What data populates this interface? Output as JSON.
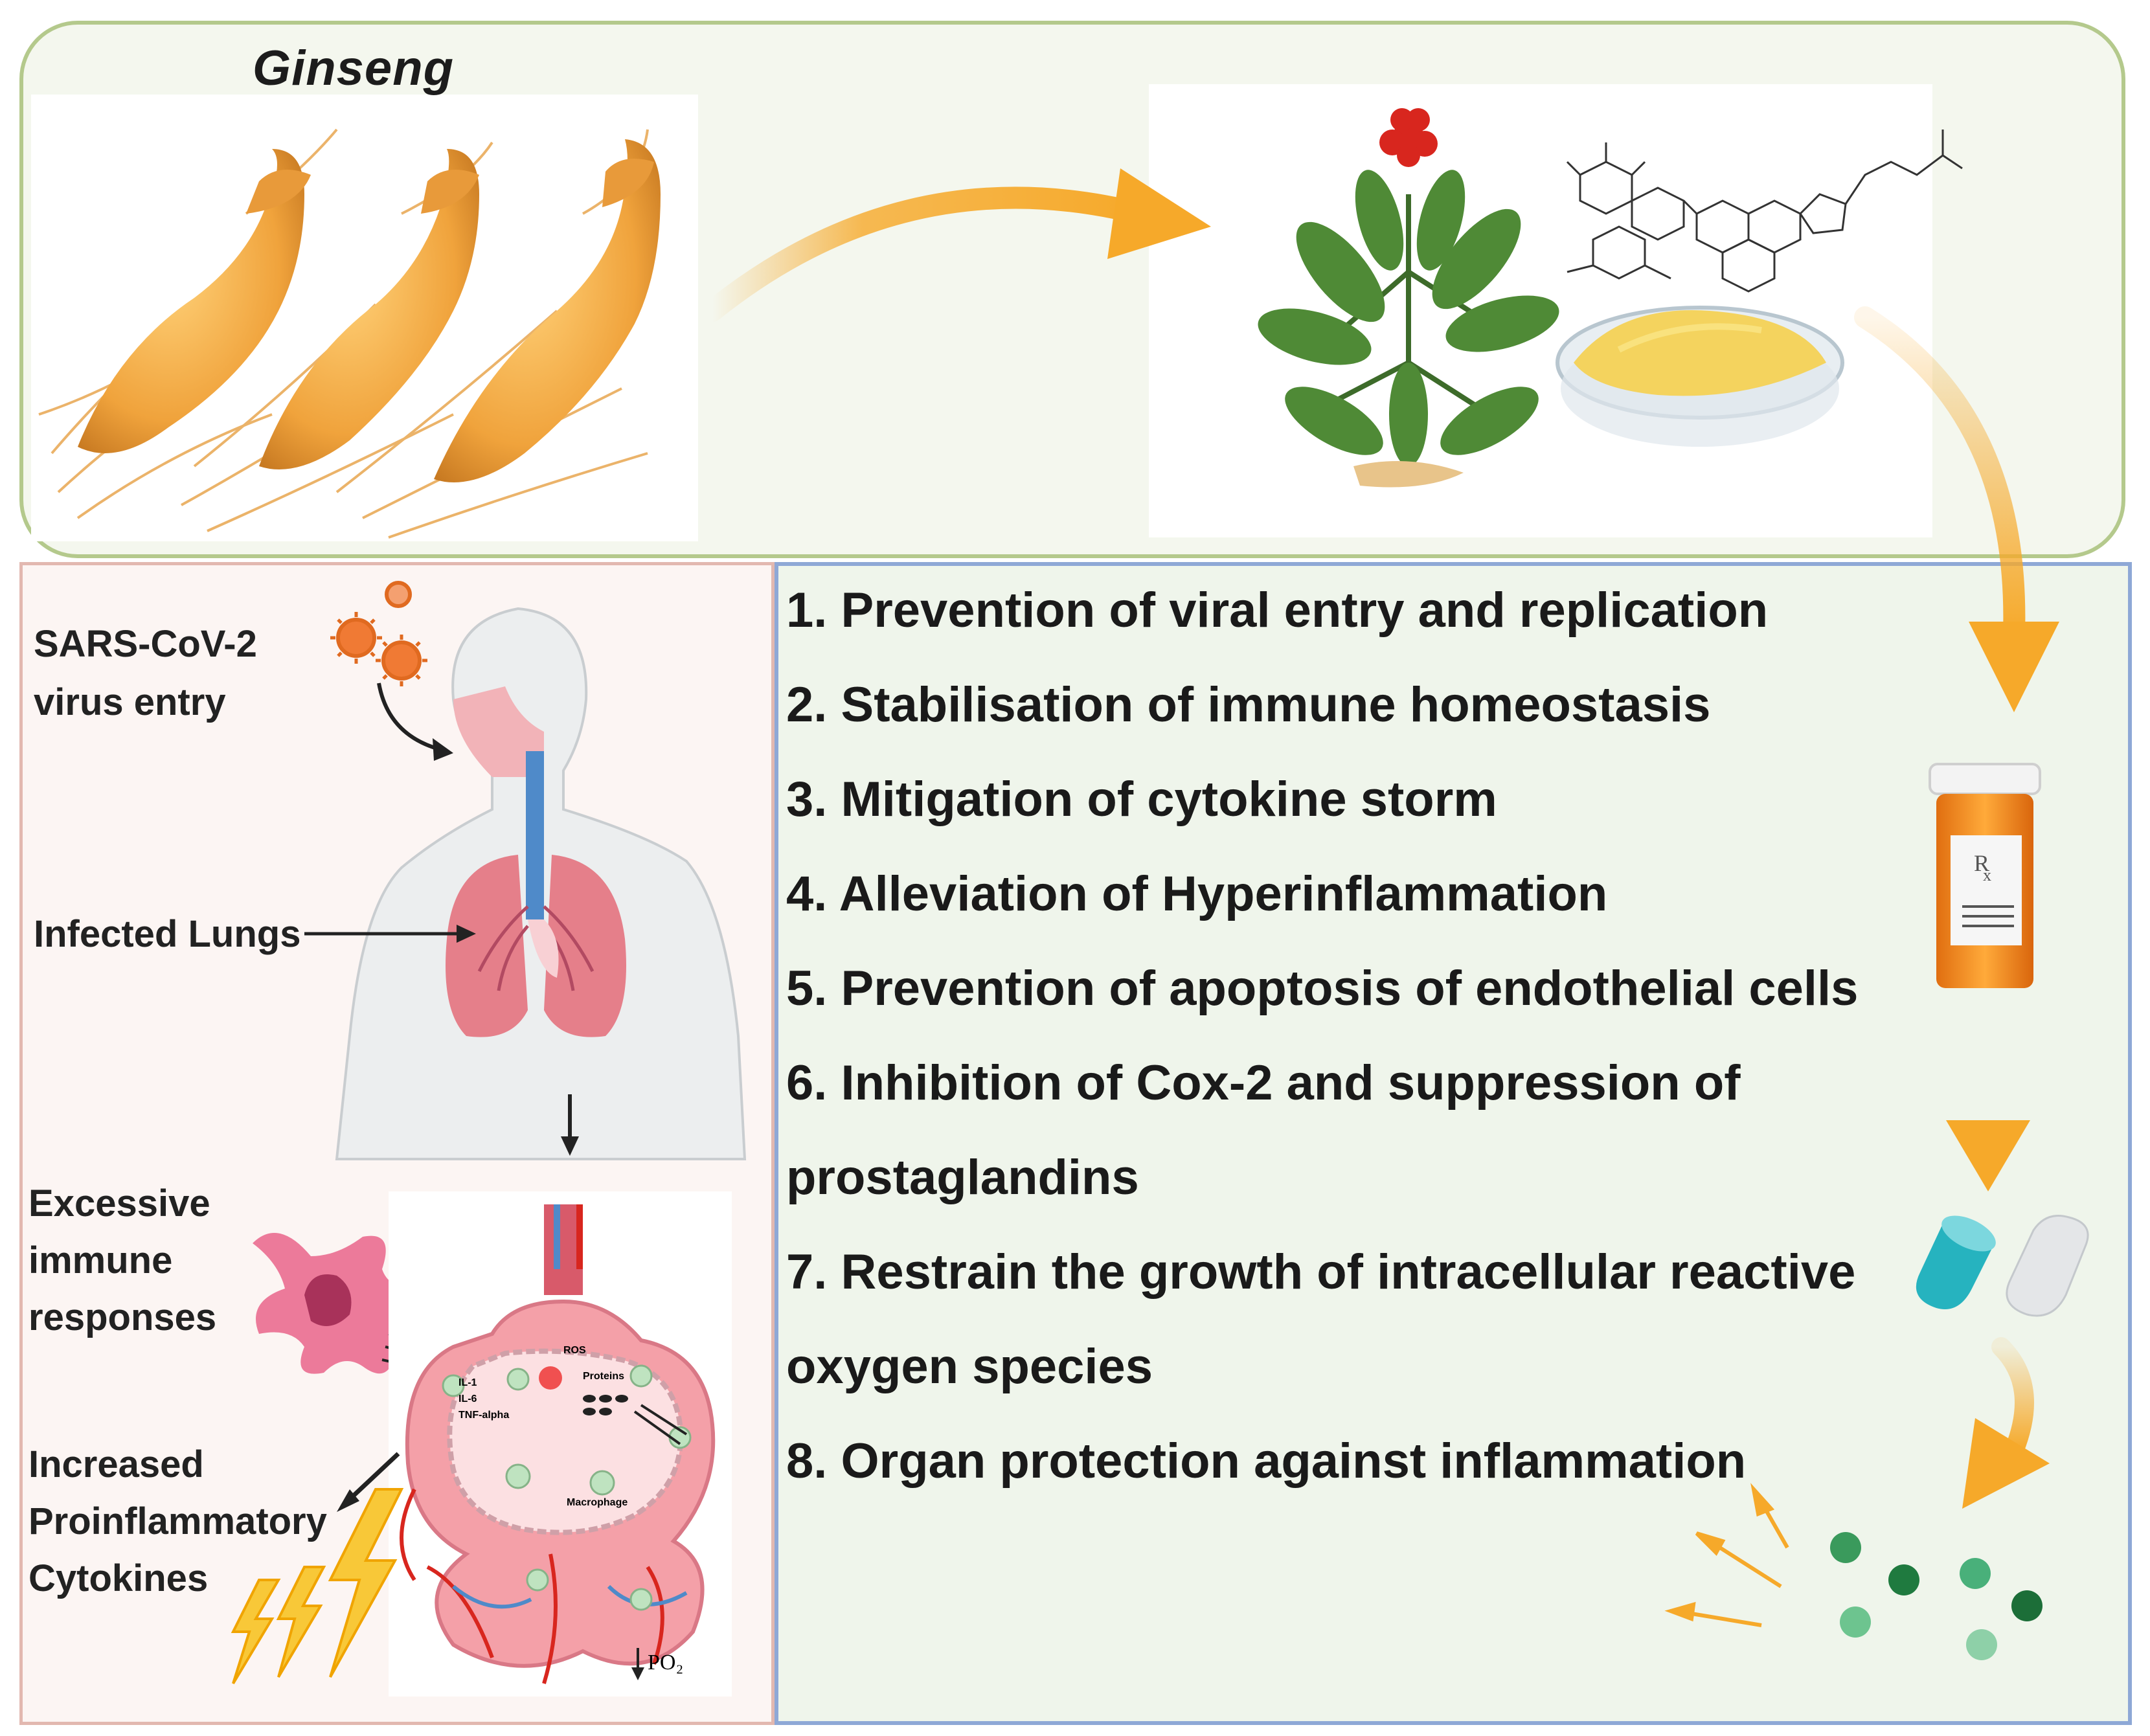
{
  "title": "Ginseng",
  "left_labels": {
    "virus_entry": [
      "SARS-CoV-2",
      "virus entry"
    ],
    "infected_lungs": "Infected Lungs",
    "immune": [
      "Excessive",
      "immune",
      "responses"
    ],
    "cytokines": [
      "Increased",
      "Proinflammatory",
      "Cytokines"
    ]
  },
  "alveolus_labels": {
    "il1": "IL-1",
    "il6": "IL-6",
    "tnf": "TNF-alpha",
    "ros": "ROS",
    "proteins": "Proteins",
    "macrophage": "Macrophage",
    "po2": "PO₂"
  },
  "effects": [
    "1. Prevention of viral entry and replication",
    "2. Stabilisation of immune homeostasis",
    "3. Mitigation of cytokine storm",
    "4. Alleviation of Hyperinflammation",
    "5. Prevention of apoptosis of endothelial cells",
    "6. Inhibition of Cox-2 and suppression of",
    "prostaglandins",
    "7. Restrain the growth of intracellular reactive",
    "oxygen species",
    "8. Organ protection against inflammation"
  ],
  "colors": {
    "arrow": "#f6a92a",
    "top_border": "#b4c98c",
    "left_border": "#e2b8b0",
    "right_border": "#8ea8d6",
    "lung": "#e57f8a",
    "root": "#f2a84a",
    "pill_bottle": "#f08a1c"
  },
  "icons": [
    "ginseng-root-icon",
    "ginseng-plant-icon",
    "molecule-icon",
    "powder-dish-icon",
    "virus-icon",
    "human-body-icon",
    "lungs-icon",
    "macrophage-icon",
    "alveolus-icon",
    "lightning-icon",
    "pill-bottle-icon",
    "capsule-icon",
    "pills-icon"
  ]
}
